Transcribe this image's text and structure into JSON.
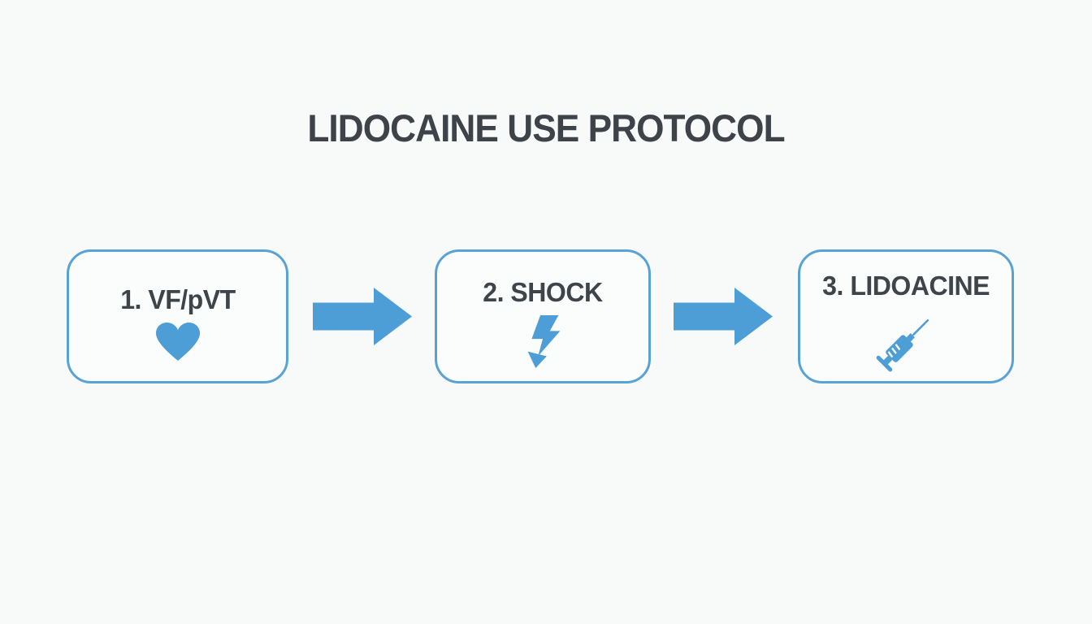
{
  "title": "LIDOCAINE USE PROTOCOL",
  "flow": {
    "steps": [
      {
        "label": "1. VF/pVT",
        "icon": "heart-icon"
      },
      {
        "label": "2. SHOCK",
        "icon": "lightning-bolt-icon"
      },
      {
        "label": "3. LIDOACINE",
        "icon": "syringe-icon"
      }
    ],
    "connector_icon": "arrow-right-icon"
  },
  "colors": {
    "background": "#f8f9f9",
    "accent_blue": "#4d9dd6",
    "box_border_blue": "#58a2d4",
    "text_dark": "#3d4349"
  }
}
